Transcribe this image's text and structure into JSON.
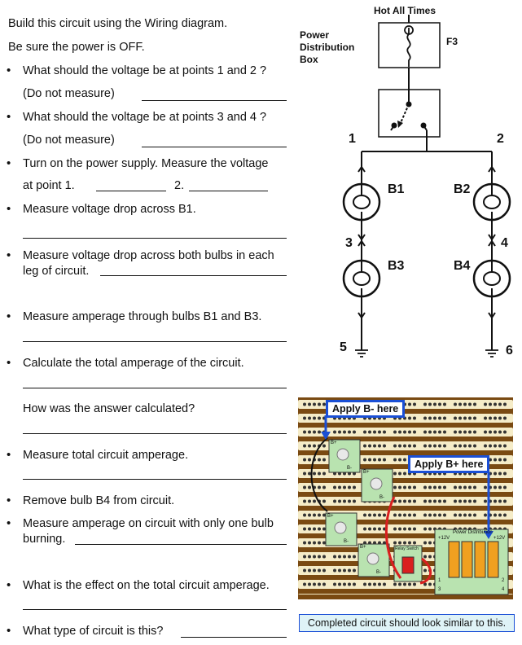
{
  "worksheet": {
    "intro": [
      "Build this circuit using the Wiring diagram.",
      "Be sure the power is OFF."
    ],
    "q1": [
      "What should the voltage be at points 1 and 2 ?",
      "(Do not measure)"
    ],
    "q2": [
      "What should the voltage be at points 3 and 4 ?",
      "(Do not measure)"
    ],
    "q3": [
      "Turn on the power supply. Measure the voltage",
      "at point 1.",
      "2."
    ],
    "q4": "Measure voltage drop across B1.",
    "q5": [
      "Measure voltage drop across both bulbs in each",
      "leg of circuit."
    ],
    "q6": "Measure amperage through bulbs B1 and B3.",
    "q7": "Calculate the total amperage of the circuit.",
    "q8": "How was the answer calculated?",
    "q9": "Measure total circuit amperage.",
    "q10": "Remove bulb B4 from circuit.",
    "q11": [
      "Measure amperage on circuit with only one bulb",
      "burning."
    ],
    "q12": "What is the effect on the total circuit amperage.",
    "q13": "What type of circuit is this?",
    "bullet": "•"
  },
  "diagram": {
    "hot_label": "Hot All Times",
    "box_label": [
      "Power",
      "Distribution",
      "Box"
    ],
    "fuse_label": "F3",
    "points": [
      "1",
      "2",
      "3",
      "4",
      "5",
      "6"
    ],
    "bulbs": [
      "B1",
      "B2",
      "B3",
      "B4"
    ]
  },
  "photo": {
    "callout_minus": "Apply B- here",
    "callout_plus": "Apply B+ here",
    "module_bplus": "B+",
    "module_bminus": "B-",
    "relay_label": "Relay Switch",
    "pdb_label": "Power Distribution",
    "pdb_left": "+12V",
    "pdb_right": "+12V",
    "pdb_pins": [
      "1",
      "2",
      "3",
      "4"
    ],
    "caption": "Completed circuit should look similar to this."
  }
}
